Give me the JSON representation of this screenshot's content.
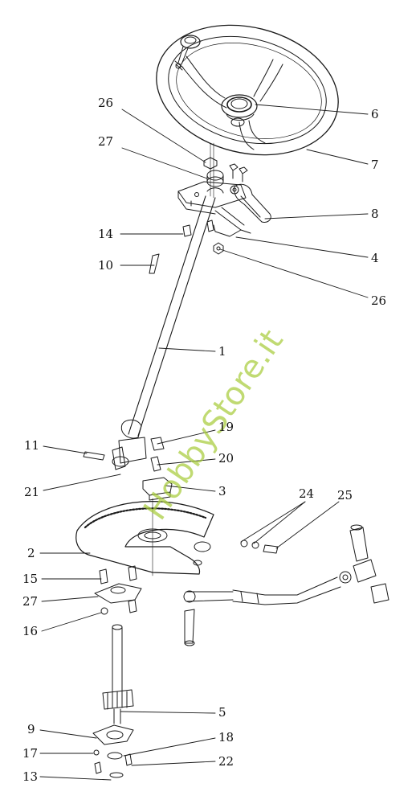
{
  "diagram": {
    "type": "exploded-parts-diagram",
    "colors": {
      "line": "#1a1a1a",
      "watermark": "#a8cc3c"
    },
    "watermark": "HobbyStore.it",
    "callouts": [
      {
        "id": "26a",
        "label": "26"
      },
      {
        "id": "6",
        "label": "6"
      },
      {
        "id": "27a",
        "label": "27"
      },
      {
        "id": "7",
        "label": "7"
      },
      {
        "id": "8",
        "label": "8"
      },
      {
        "id": "14",
        "label": "14"
      },
      {
        "id": "4",
        "label": "4"
      },
      {
        "id": "10",
        "label": "10"
      },
      {
        "id": "26b",
        "label": "26"
      },
      {
        "id": "1",
        "label": "1"
      },
      {
        "id": "19",
        "label": "19"
      },
      {
        "id": "11",
        "label": "11"
      },
      {
        "id": "20",
        "label": "20"
      },
      {
        "id": "21",
        "label": "21"
      },
      {
        "id": "3",
        "label": "3"
      },
      {
        "id": "24",
        "label": "24"
      },
      {
        "id": "25",
        "label": "25"
      },
      {
        "id": "2",
        "label": "2"
      },
      {
        "id": "15",
        "label": "15"
      },
      {
        "id": "27b",
        "label": "27"
      },
      {
        "id": "16",
        "label": "16"
      },
      {
        "id": "5",
        "label": "5"
      },
      {
        "id": "9",
        "label": "9"
      },
      {
        "id": "18",
        "label": "18"
      },
      {
        "id": "17",
        "label": "17"
      },
      {
        "id": "22",
        "label": "22"
      },
      {
        "id": "13",
        "label": "13"
      }
    ]
  }
}
